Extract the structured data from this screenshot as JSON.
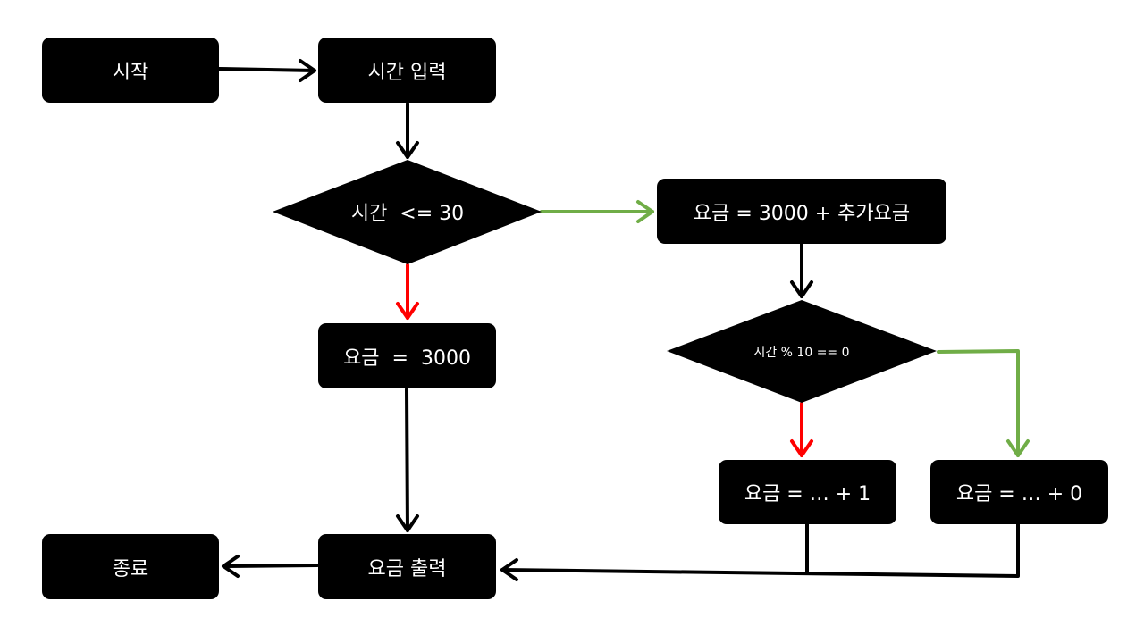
{
  "colors": {
    "box_fill": "#000000",
    "text": "#ffffff",
    "flow_arrow": "#000000",
    "yes_branch": "#70ad47",
    "no_branch": "#ff0000"
  },
  "nodes": {
    "start": "시작",
    "input": "시간 입력",
    "cond1": "시간  <= 30",
    "fee_base": "요금  =  3000",
    "fee_extra": "요금 = 3000 + 추가요금",
    "cond2": "시간 % 10 == 0",
    "plus1": "요금 = … + 1",
    "plus0": "요금 = … + 0",
    "output": "요금 출력",
    "end": "종료"
  }
}
